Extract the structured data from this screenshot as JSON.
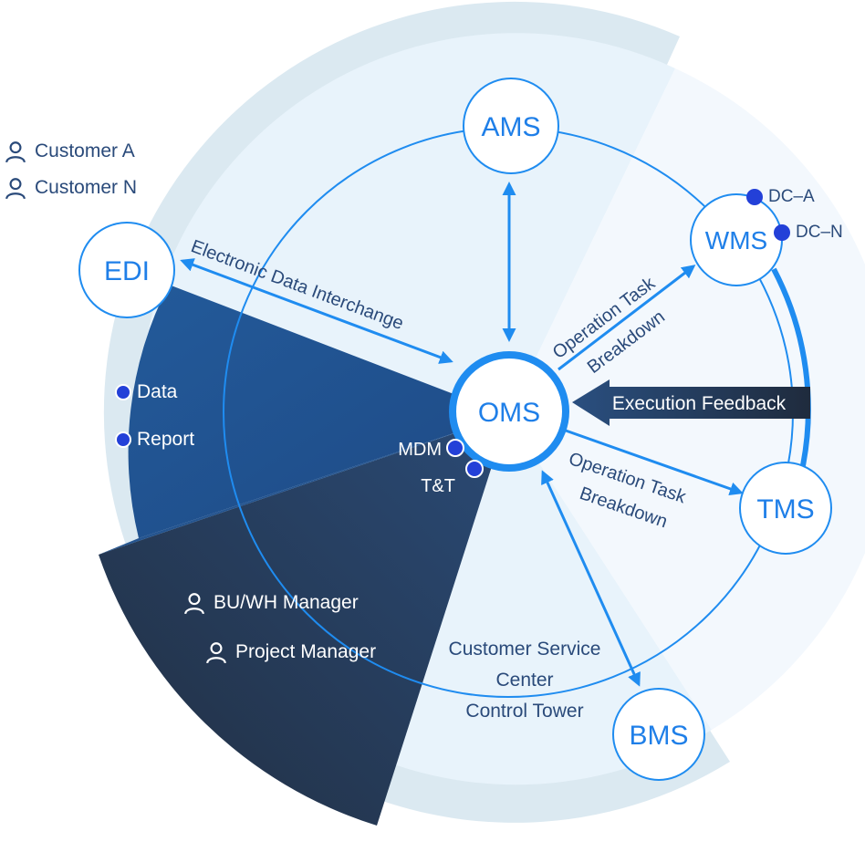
{
  "diagram": {
    "nodes": {
      "ams": "AMS",
      "edi": "EDI",
      "wms": "WMS",
      "tms": "TMS",
      "bms": "BMS",
      "oms": "OMS"
    },
    "edges": {
      "edi_oms": "Electronic Data Interchange",
      "oms_wms_line1": "Operation Task",
      "oms_wms_line2": "Breakdown",
      "oms_tms_line1": "Operation Task",
      "oms_tms_line2": "Breakdown",
      "feedback": "Execution Feedback"
    },
    "customers": [
      "Customer A",
      "Customer N"
    ],
    "edi_outputs": [
      "Data",
      "Report"
    ],
    "oms_modules": [
      "MDM",
      "T&T"
    ],
    "wms_sites": [
      "DC–A",
      "DC–N"
    ],
    "managers": [
      "BU/WH Manager",
      "Project Manager"
    ],
    "service_center": [
      "Customer Service",
      "Center",
      "Control Tower"
    ],
    "colors": {
      "accent_blue": "#1f8cf0",
      "node_text": "#1f7fe8",
      "dark_navy": "#24344d",
      "sector_blue": "#24548f",
      "outer_ring": "#dbe9f1",
      "inner_fill": "#e8f3fb",
      "right_fill": "#f3f8fd",
      "dot_blue": "#2340d8",
      "label_text": "#2a4a7a"
    }
  }
}
